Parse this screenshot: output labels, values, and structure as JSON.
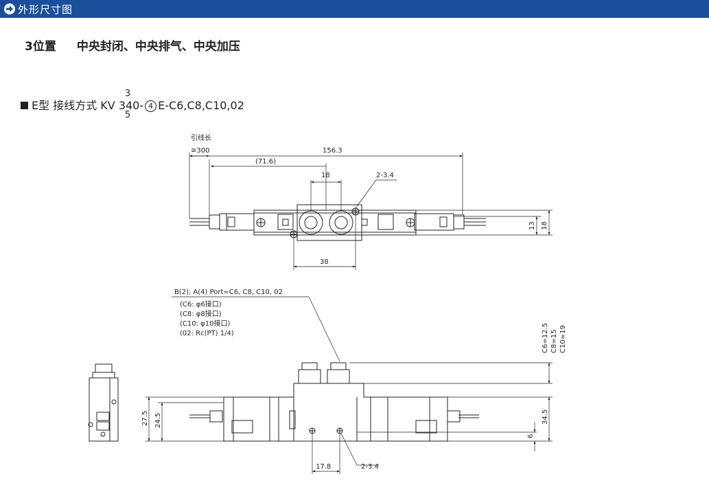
{
  "header": {
    "title": "外形尺寸图"
  },
  "heading": {
    "position": "3位置",
    "options": "中央封闭、中央排气、中央加压"
  },
  "model": {
    "prefix": "E型 接线方式 KV ",
    "stack_top": "3",
    "stack_mid": "3",
    "stack_bottom": "5",
    "mid_tail": "40-",
    "circled": "4",
    "suffix": "E-C6,C8,C10,02"
  },
  "top_view": {
    "lead_label": "引线长",
    "lead_length": "≅300",
    "overall_length": "156.3",
    "offset": "(71.6)",
    "port_pitch": "18",
    "mount_holes": "2-3.4",
    "height_inner": "13",
    "height_outer": "18",
    "hole_spacing": "38"
  },
  "side_view": {
    "port_note": "B(2),  A(4) Port=C6, C8, C10, 02",
    "port_sizes": [
      "(C6:  φ6接口)",
      "(C8:  φ8接口)",
      "(C10: φ10接口)",
      "(02:  Rc(PT)  1/4)"
    ],
    "fitting_heights": [
      "C6=12.5",
      "C8=15",
      "C10=19"
    ],
    "height_total": "27.5",
    "height_body": "24.5",
    "height_right": "34.5",
    "height_base": "6",
    "hole_offset": "17.8",
    "mount_holes": "2-3.4"
  },
  "colors": {
    "header_bg": "#1b4f9c",
    "line": "#231f20"
  }
}
